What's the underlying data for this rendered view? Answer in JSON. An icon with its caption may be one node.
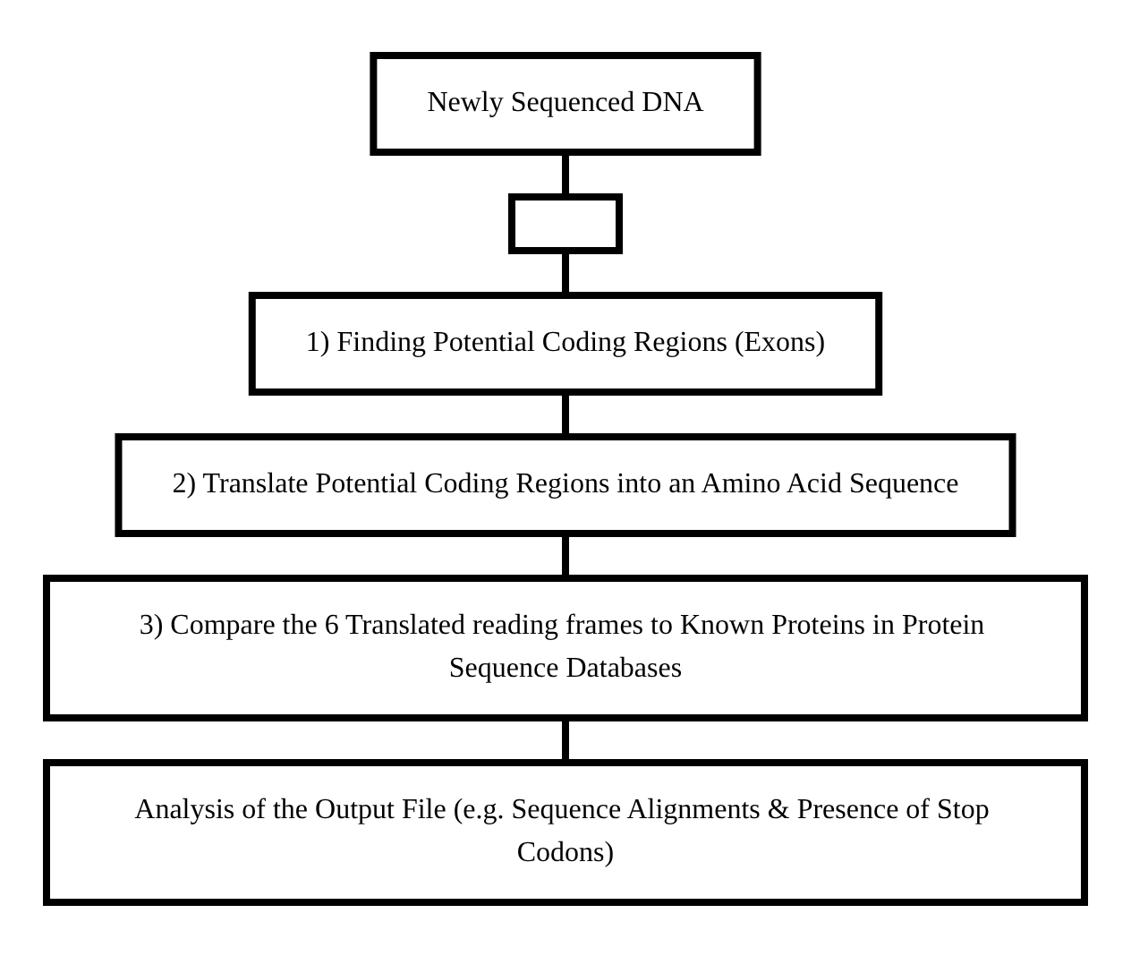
{
  "diagram": {
    "nodes": [
      {
        "text": [
          "Newly Sequenced DNA"
        ]
      },
      {
        "text": [],
        "shape": "box"
      },
      {
        "text": [
          "1) Finding Potential Coding Regions (Exons)"
        ]
      },
      {
        "text": [
          "2) Translate Potential Coding Regions into an Amino Acid Sequence"
        ]
      },
      {
        "text": [
          "3) Compare the 6 Translated reading frames to Known Proteins in Protein Sequence Databases"
        ]
      },
      {
        "text": [
          "Analysis of the Output File (e.g. Sequence Alignments & Presence of Stop Codons)"
        ]
      }
    ],
    "edges": [
      {
        "from": 0,
        "to": 1,
        "arrow": "none"
      },
      {
        "from": 1,
        "to": 2,
        "arrow": "none"
      },
      {
        "from": 2,
        "to": 3,
        "arrow": "none"
      },
      {
        "from": 3,
        "to": 4,
        "arrow": "none"
      },
      {
        "from": 4,
        "to": 5,
        "arrow": "none"
      }
    ]
  }
}
